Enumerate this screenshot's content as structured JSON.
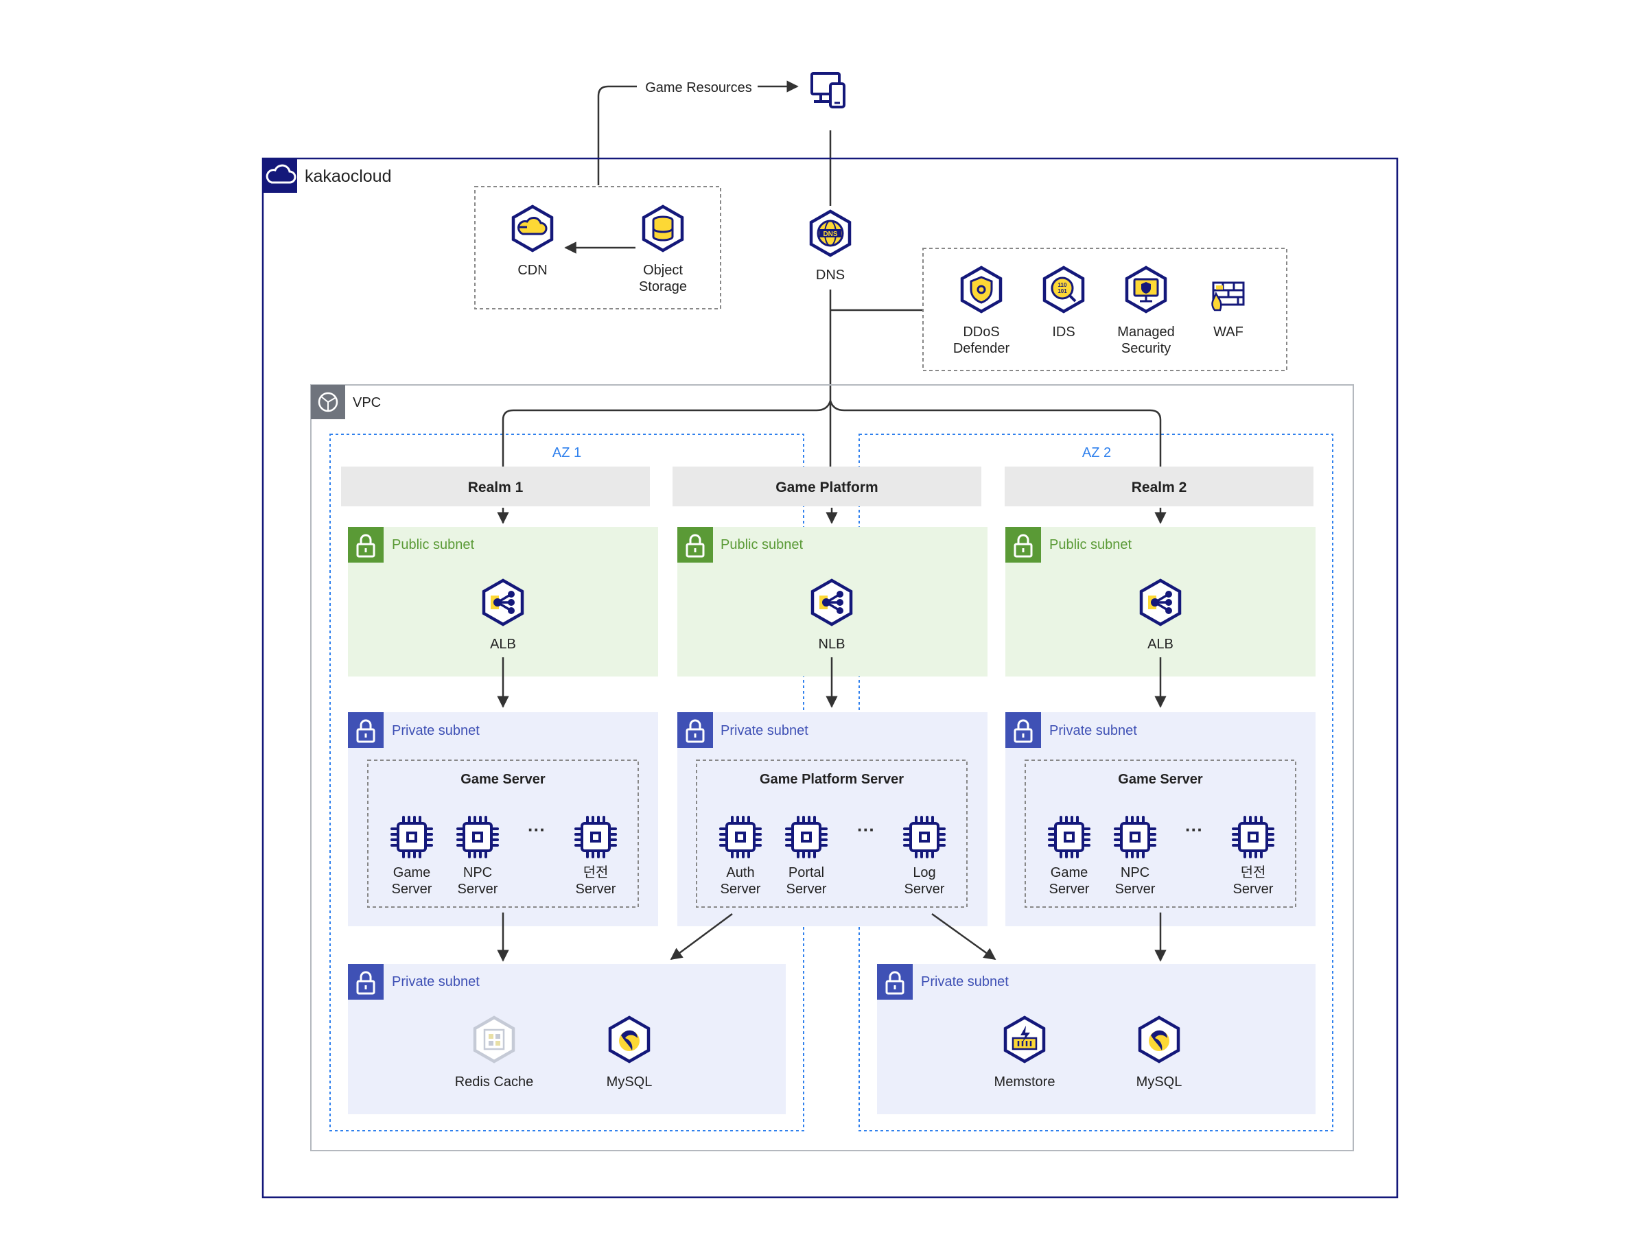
{
  "brand": {
    "name": "kakaocloud",
    "color": "#14187a"
  },
  "colors": {
    "navy": "#14187a",
    "yellow": "#fdd835",
    "public_bg": "#eaf5e4",
    "public_accent": "#5a9a36",
    "private_bg": "#eceffb",
    "private_accent": "#3f51b5",
    "az_blue": "#2f80ed",
    "realm_bg": "#e9e9e9",
    "vpc_gray": "#8a8f99"
  },
  "top": {
    "resources_label": "Game Resources",
    "client_icon": "client-devices-icon"
  },
  "storage": {
    "cdn": "CDN",
    "object_storage": [
      "Object",
      "Storage"
    ]
  },
  "dns": {
    "label": "DNS"
  },
  "security": {
    "ddos": [
      "DDoS",
      "Defender"
    ],
    "ids": [
      "IDS"
    ],
    "managed": [
      "Managed",
      "Security"
    ],
    "waf": [
      "WAF"
    ]
  },
  "vpc": {
    "label": "VPC"
  },
  "az": {
    "az1": "AZ 1",
    "az2": "AZ 2"
  },
  "realms": {
    "realm1": "Realm 1",
    "platform": "Game Platform",
    "realm2": "Realm 2"
  },
  "public_subnet_label": "Public subnet",
  "private_subnet_label": "Private subnet",
  "balancers": {
    "left": "ALB",
    "middle": "NLB",
    "right": "ALB"
  },
  "server_groups": {
    "left": {
      "title": "Game Server",
      "servers": [
        [
          "Game",
          "Server"
        ],
        [
          "NPC",
          "Server"
        ],
        [
          "던전",
          "Server"
        ]
      ]
    },
    "middle": {
      "title": "Game Platform Server",
      "servers": [
        [
          "Auth",
          "Server"
        ],
        [
          "Portal",
          "Server"
        ],
        [
          "Log",
          "Server"
        ]
      ]
    },
    "right": {
      "title": "Game Server",
      "servers": [
        [
          "Game",
          "Server"
        ],
        [
          "NPC",
          "Server"
        ],
        [
          "던전",
          "Server"
        ]
      ]
    }
  },
  "ellipsis": "···",
  "data_layer": {
    "left": [
      "Redis Cache",
      "MySQL"
    ],
    "right": [
      "Memstore",
      "MySQL"
    ]
  }
}
